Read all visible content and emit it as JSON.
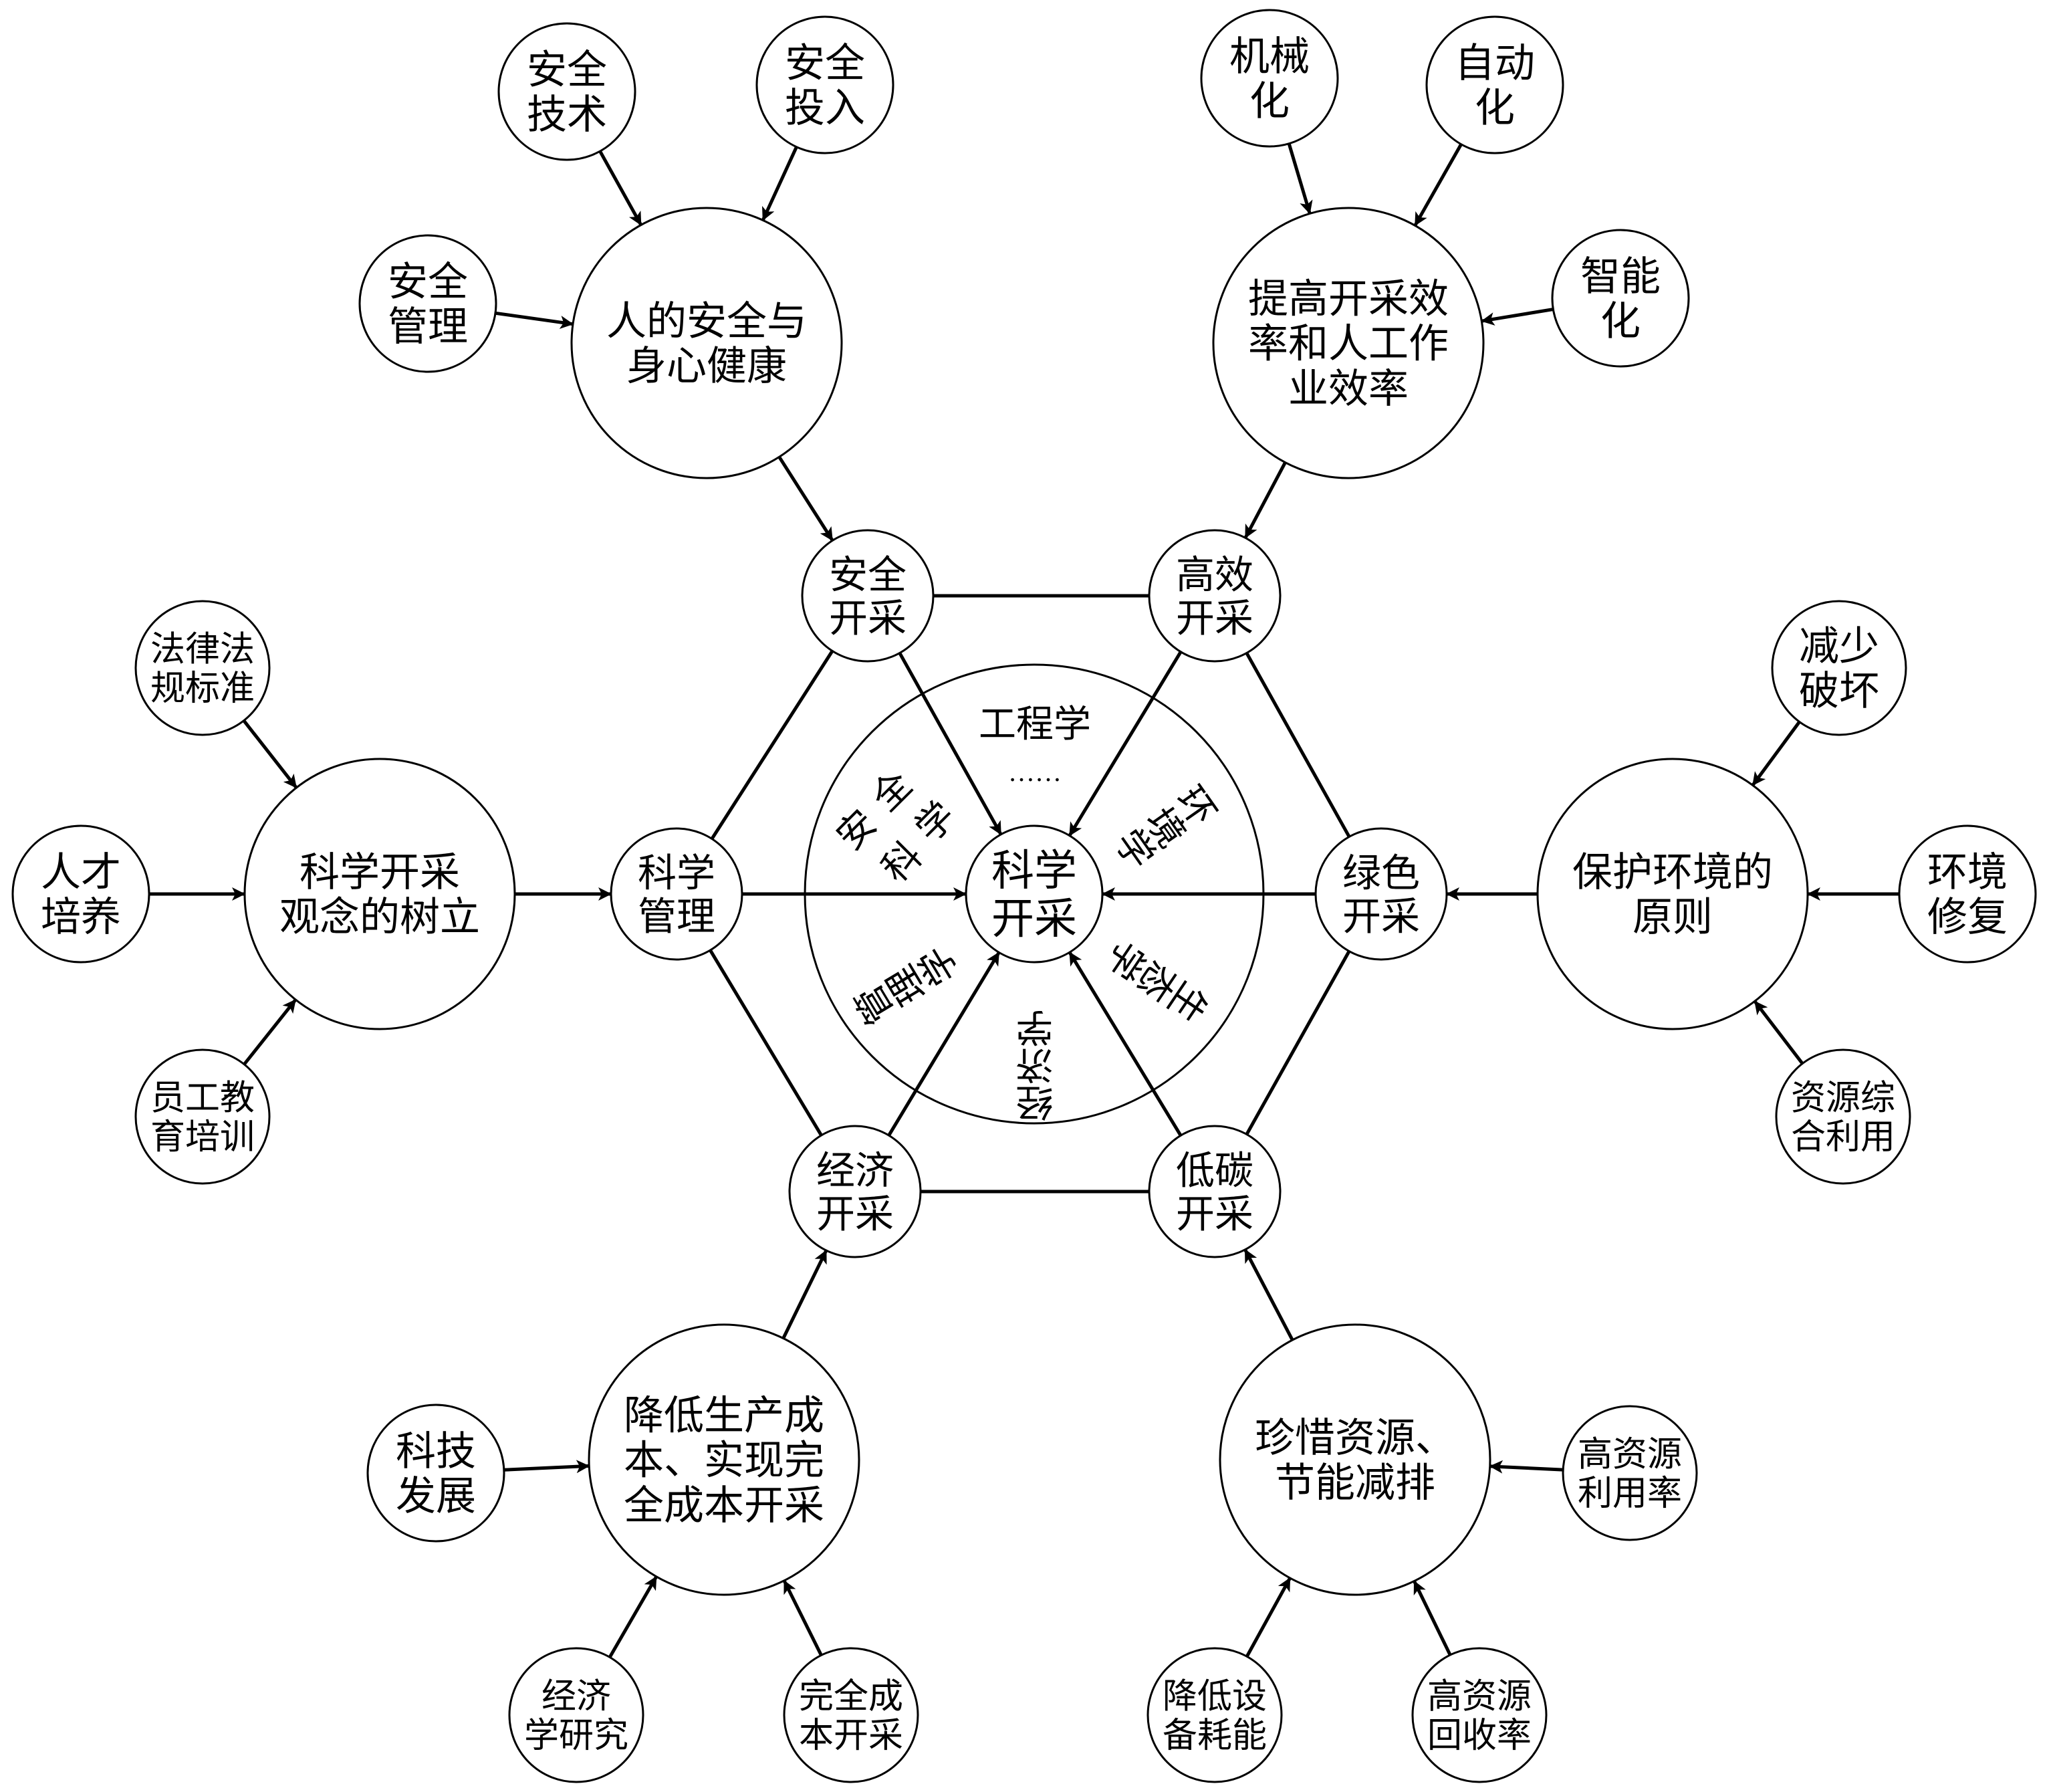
{
  "center": {
    "lines": [
      "科学",
      "开采"
    ]
  },
  "center_ring": {
    "top_label": "工程学",
    "ellipsis": "……",
    "safety_science": [
      "安全",
      "科学"
    ],
    "environment": "环境学",
    "ecology": "生态学",
    "economics": "经济学",
    "management": "管理学"
  },
  "hex_nodes": {
    "safe": {
      "lines": [
        "安全",
        "开采"
      ]
    },
    "efficient": {
      "lines": [
        "高效",
        "开采"
      ]
    },
    "management": {
      "lines": [
        "科学",
        "管理"
      ]
    },
    "green": {
      "lines": [
        "绿色",
        "开采"
      ]
    },
    "economic": {
      "lines": [
        "经济",
        "开采"
      ]
    },
    "lowcarbon": {
      "lines": [
        "低碳",
        "开采"
      ]
    }
  },
  "big_nodes": {
    "health": {
      "lines": [
        "人的安全与",
        "身心健康"
      ]
    },
    "efficiency": {
      "lines": [
        "提高开采效",
        "率和人工作",
        "业效率"
      ]
    },
    "concept": {
      "lines": [
        "科学开采",
        "观念的树立"
      ]
    },
    "environment": {
      "lines": [
        "保护环境的",
        "原则"
      ]
    },
    "cost": {
      "lines": [
        "降低生产成",
        "本、实现完",
        "全成本开采"
      ]
    },
    "resources": {
      "lines": [
        "珍惜资源、",
        "节能减排"
      ]
    }
  },
  "small_nodes": {
    "safety_tech": {
      "lines": [
        "安全",
        "技术"
      ]
    },
    "safety_invest": {
      "lines": [
        "安全",
        "投入"
      ]
    },
    "safety_mgmt": {
      "lines": [
        "安全",
        "管理"
      ]
    },
    "mechanization": {
      "lines": [
        "机械",
        "化"
      ]
    },
    "automation": {
      "lines": [
        "自动",
        "化"
      ]
    },
    "intelligence": {
      "lines": [
        "智能",
        "化"
      ]
    },
    "law": {
      "lines": [
        "法律法",
        "规标准"
      ]
    },
    "talent": {
      "lines": [
        "人才",
        "培养"
      ]
    },
    "training": {
      "lines": [
        "员工教",
        "育培训"
      ]
    },
    "reduce_damage": {
      "lines": [
        "减少",
        "破坏"
      ]
    },
    "restoration": {
      "lines": [
        "环境",
        "修复"
      ]
    },
    "comprehensive": {
      "lines": [
        "资源综",
        "合利用"
      ]
    },
    "technology": {
      "lines": [
        "科技",
        "发展"
      ]
    },
    "econ_research": {
      "lines": [
        "经济",
        "学研究"
      ]
    },
    "full_cost": {
      "lines": [
        "完全成",
        "本开采"
      ]
    },
    "energy": {
      "lines": [
        "降低设",
        "备耗能"
      ]
    },
    "recovery": {
      "lines": [
        "高资源",
        "回收率"
      ]
    },
    "utilization": {
      "lines": [
        "高资源",
        "利用率"
      ]
    }
  }
}
